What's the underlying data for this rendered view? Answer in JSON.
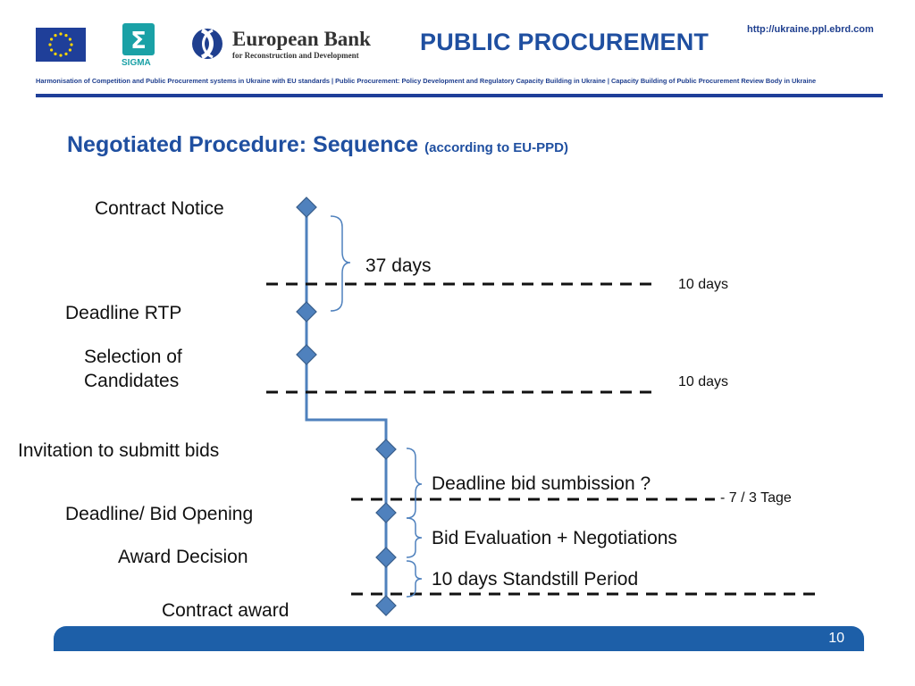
{
  "header": {
    "url": "http://ukraine.ppl.ebrd.com",
    "program_title": "PUBLIC PROCUREMENT",
    "ebrd_name": "European Bank",
    "ebrd_subtitle": "for Reconstruction and Development",
    "sigma_label": "SIGMA",
    "tagline": "Harmonisation of Competition and Public Procurement systems in Ukraine with EU standards  |  Public Procurement: Policy Development and Regulatory Capacity Building in Ukraine  |  Capacity Building of Public Procurement Review Body in Ukraine",
    "logos": [
      "eu-flag-logo",
      "sigma-logo",
      "ebrd-logo"
    ]
  },
  "slide": {
    "title": "Negotiated Procedure: Sequence",
    "title_note": "(according to EU-PPD)",
    "page_number": "10"
  },
  "steps": [
    {
      "label": "Contract Notice"
    },
    {
      "label": "Deadline RTP"
    },
    {
      "label": "Selection of"
    },
    {
      "label": "Candidates"
    },
    {
      "label": "Invitation to submitt bids"
    },
    {
      "label": "Deadline/ Bid Opening"
    },
    {
      "label": "Award Decision"
    },
    {
      "label": "Contract award"
    }
  ],
  "brackets": [
    {
      "label": "37 days"
    },
    {
      "label": "Deadline bid sumbission ?"
    },
    {
      "label": "Bid Evaluation + Negotiations"
    },
    {
      "label": "10 days Standstill Period"
    }
  ],
  "dash_notes": [
    {
      "label": "10 days"
    },
    {
      "label": "10 days"
    },
    {
      "label": "- 7 / 3 Tage"
    }
  ],
  "colors": {
    "title_blue": "#1f4fa0",
    "diamond_fill": "#4f81bd",
    "diamond_stroke": "#385d8a",
    "footer_blue": "#1d5fa8"
  }
}
